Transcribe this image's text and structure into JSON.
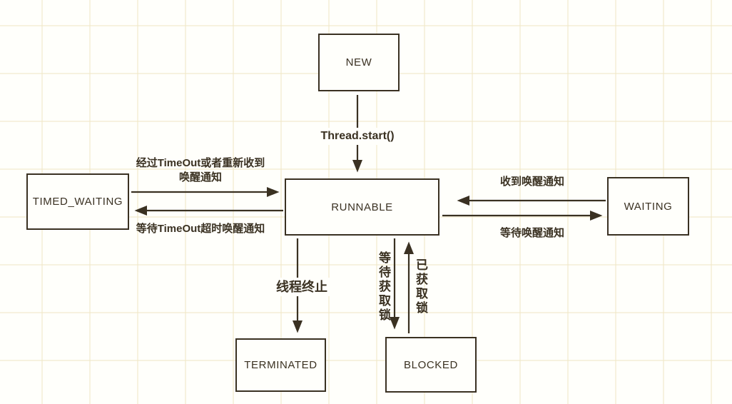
{
  "diagram": {
    "type": "state-diagram",
    "subject": "Java thread lifecycle",
    "states": {
      "new": "NEW",
      "runnable": "RUNNABLE",
      "timed_waiting": "TIMED_WAITING",
      "waiting": "WAITING",
      "terminated": "TERMINATED",
      "blocked": "BLOCKED"
    },
    "transitions": {
      "new_to_runnable": "Thread.start()",
      "timed_waiting_to_runnable_line1": "经过TimeOut或者重新收到",
      "timed_waiting_to_runnable_line2": "唤醒通知",
      "runnable_to_timed_waiting": "等待TimeOut超时唤醒通知",
      "waiting_to_runnable": "收到唤醒通知",
      "runnable_to_waiting": "等待唤醒通知",
      "runnable_to_terminated": "线程终止",
      "runnable_to_blocked": "等待获取锁",
      "blocked_to_runnable": "已获取锁"
    },
    "colors": {
      "ink": "#3a3122",
      "background": "#fffffb",
      "grid": "#f0e7c8"
    }
  }
}
